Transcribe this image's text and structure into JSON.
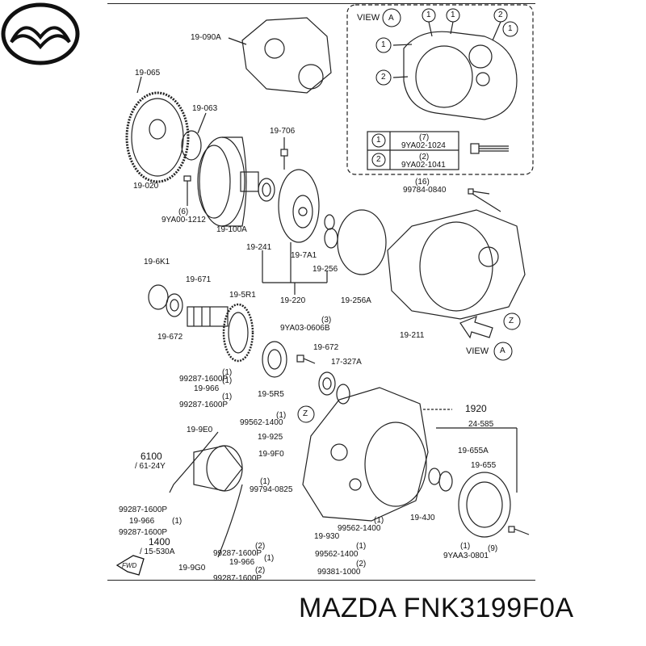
{
  "view_box": {
    "title_prefix": "VIEW",
    "title_letter": "A",
    "legend": [
      {
        "index": "1",
        "qty": "(7)",
        "part": "9YA02-1024"
      },
      {
        "index": "2",
        "qty": "(2)",
        "part": "9YA02-1041"
      }
    ]
  },
  "callouts": [
    "19-090A",
    "19-065",
    "19-063",
    "19-706",
    "19-020",
    "9YA00-1212",
    "(6)",
    "19-100A",
    "(16)",
    "99784-0840",
    "19-241",
    "19-7A1",
    "19-256",
    "19-220",
    "19-256A",
    "19-6K1",
    "19-671",
    "19-5R1",
    "19-672",
    "9YA03-0606B",
    "(3)",
    "19-672",
    "17-327A",
    "19-211",
    "99287-1600P",
    "(1)",
    "19-966",
    "(1)",
    "99287-1600P",
    "(1)",
    "19-5R5",
    "1920",
    "24-585",
    "99562-1400",
    "(1)",
    "19-9E0",
    "19-925",
    "6100",
    "/ 61-24Y",
    "19-9F0",
    "19-655A",
    "19-655",
    "99794-0825",
    "(1)",
    "99287-1600P",
    "19-966",
    "99287-1600P",
    "(1)",
    "19-4J0",
    "99562-1400",
    "(1)",
    "19-930",
    "1400",
    "/ 15-530A",
    "(2)",
    "99287-1600P",
    "19-966",
    "99287-1600P",
    "99562-1400",
    "(1)",
    "(2)",
    "(2)",
    "99381-1000",
    "(1)",
    "19-9G0",
    "(1)",
    "9YAA3-0801",
    "(9)"
  ],
  "view_label": {
    "prefix": "VIEW",
    "letter": "A"
  },
  "z_marker": "Z",
  "fwd_label": "FWD",
  "brand": "MAZDA",
  "part_number": "FNK3199F0A"
}
